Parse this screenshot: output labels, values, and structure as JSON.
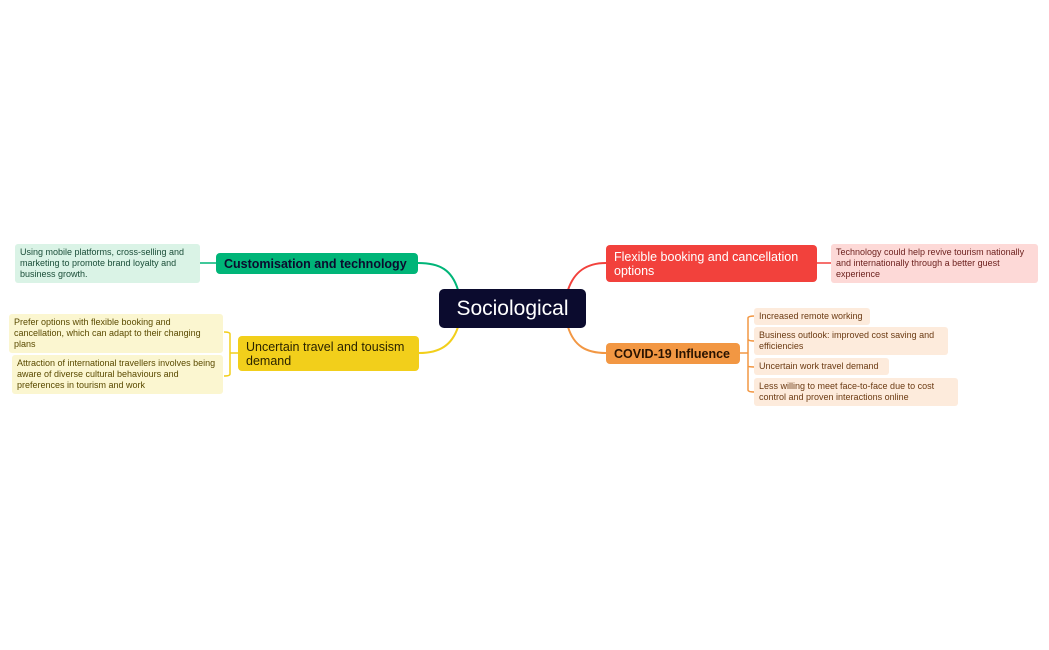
{
  "central": {
    "label": "Sociological"
  },
  "branches": {
    "tech": {
      "label": "Customisation and technology",
      "color": "#00b578",
      "leaves": [
        "Using mobile platforms, cross-selling and marketing to promote brand loyalty and business growth."
      ]
    },
    "demand": {
      "label": "Uncertain travel and tousism demand",
      "color": "#f2cf1b",
      "leaves": [
        "Prefer options with flexible booking and cancellation, which can adapt to their changing plans",
        "Attraction of international travellers involves being aware of diverse cultural behaviours and preferences in tourism and work"
      ]
    },
    "flex": {
      "label": "Flexible booking and cancellation options",
      "color": "#f2413c",
      "leaves": [
        "Technology could help revive tourism nationally and internationally through a better guest experience"
      ]
    },
    "covid": {
      "label": "COVID-19 Influence",
      "color": "#f29743",
      "leaves": [
        "Increased remote working",
        "Business outlook: improved cost saving and efficiencies",
        "Uncertain work travel demand",
        "Less willing to meet face-to-face due to cost control and proven interactions online"
      ]
    }
  }
}
